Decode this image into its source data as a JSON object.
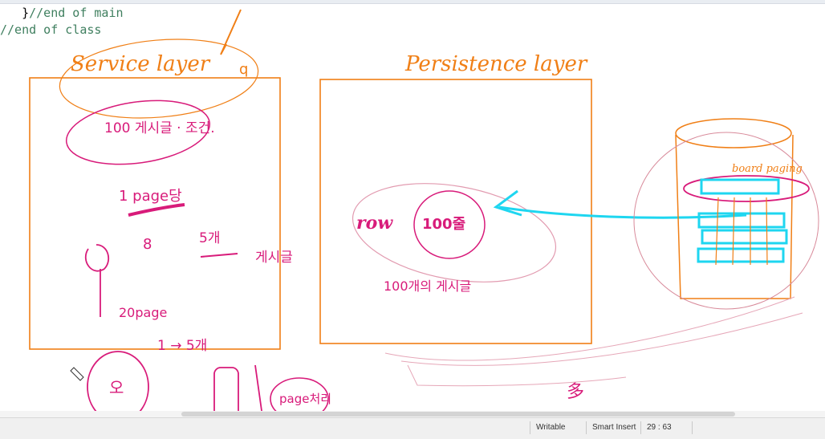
{
  "editor": {
    "line1_brace": "}",
    "line1_comment": "//end of main",
    "line2_comment": "//end of class"
  },
  "annotations": {
    "service_layer": "Service layer",
    "persistence_layer": "Persistence layer",
    "count_100": "100 게시글 · 조건.",
    "per_page": "1 page당",
    "five_items": "5개",
    "posts": "게시글",
    "twenty_pages": "20page",
    "arrow_five": "1 → 5개",
    "row_label": "row",
    "row_100": "100줄",
    "hundred_posts": "100개의 게시글",
    "board_paging": "board paging",
    "page_query": "page처리",
    "colors": {
      "orange": "#f07f16",
      "pink": "#d81b7a",
      "cyan": "#1ed6f0",
      "light_pink": "#e29bb0"
    }
  },
  "statusbar": {
    "writable": "Writable",
    "insert_mode": "Smart Insert",
    "cursor_pos": "29 : 63"
  }
}
